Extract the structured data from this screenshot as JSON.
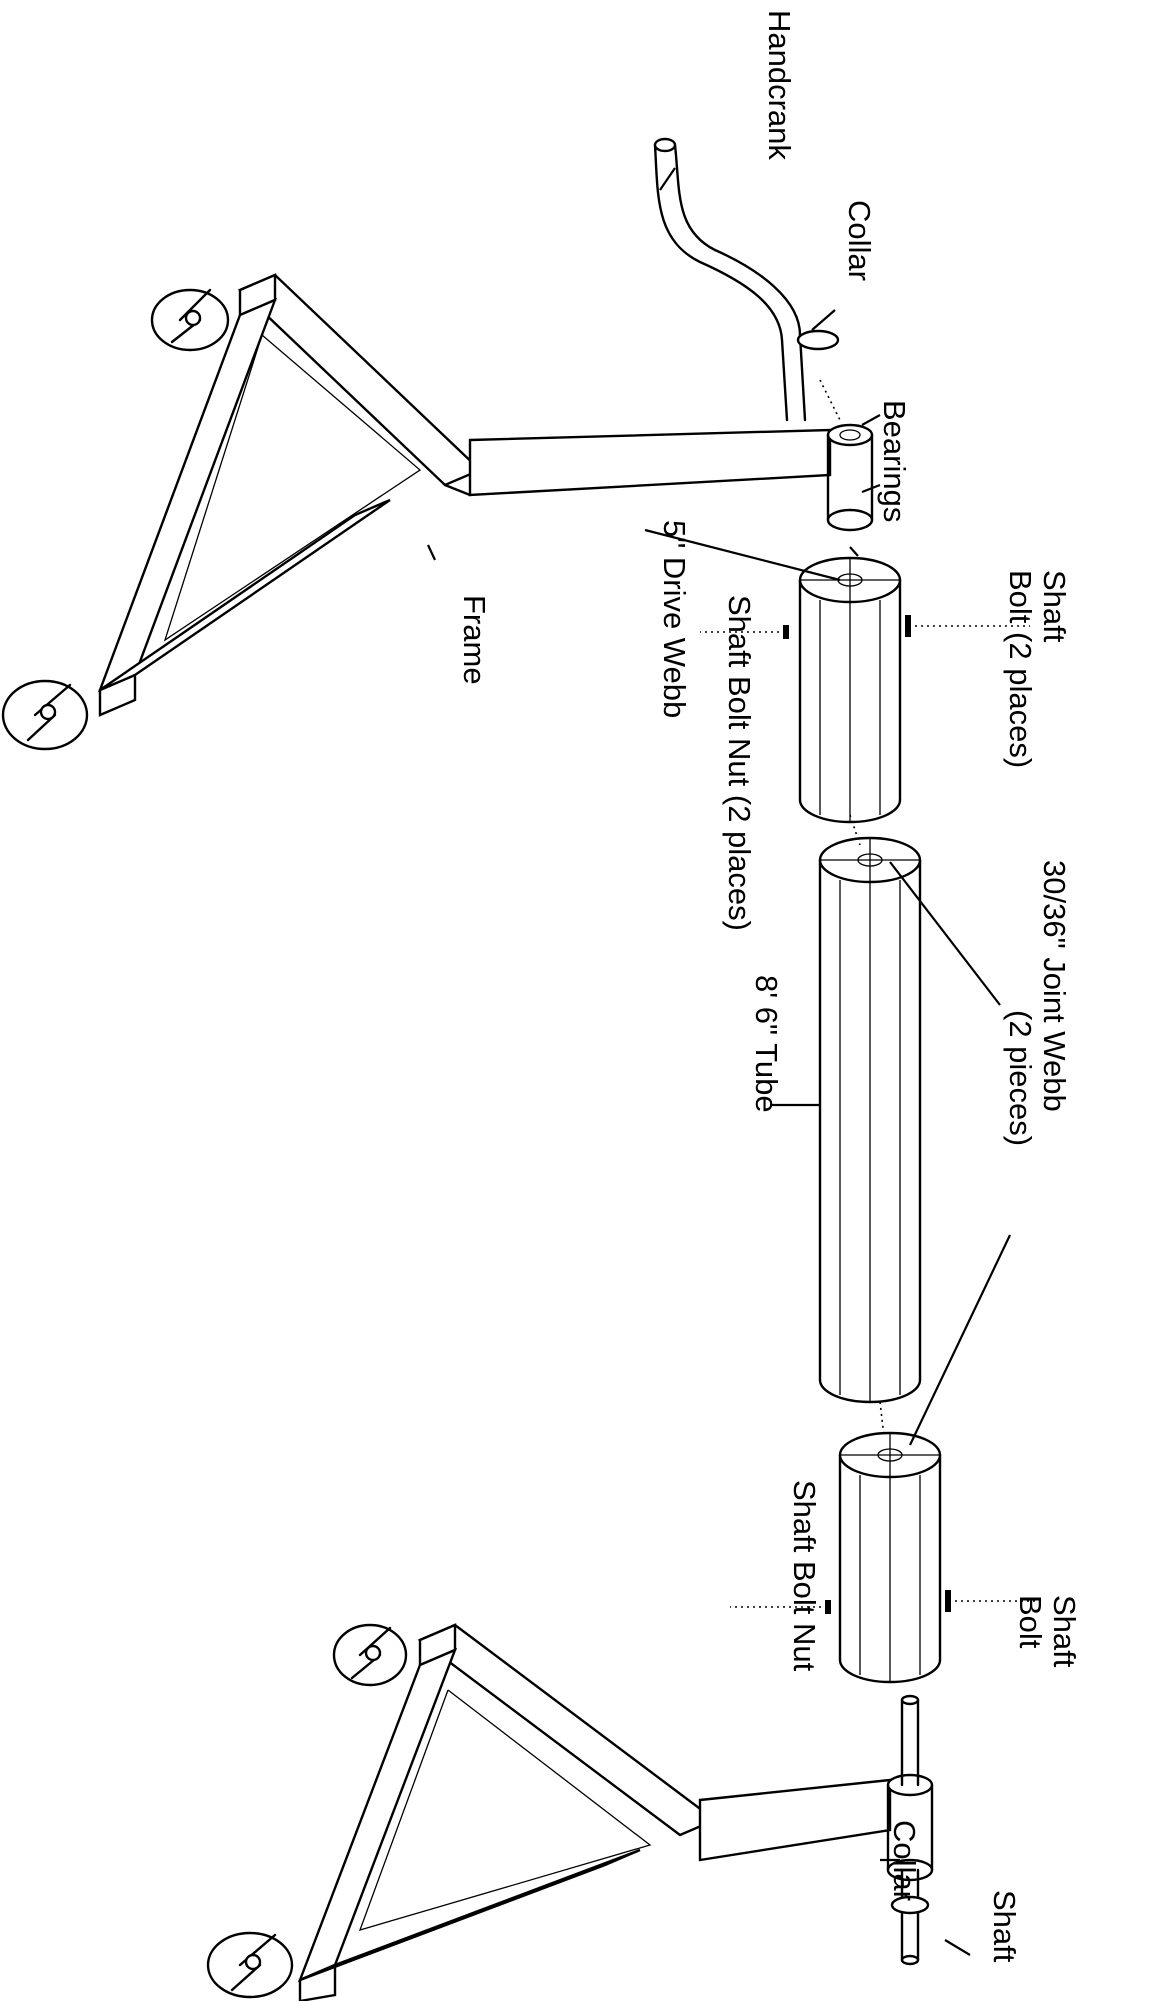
{
  "labels": {
    "handcrank": "Handcrank",
    "collar_top": "Collar",
    "bearings": "Bearings",
    "shaft_bolt_top": [
      "Shaft",
      "Bolt (2 places)"
    ],
    "drive_webb": "5\" Drive Webb",
    "frame": "Frame",
    "shaft_bolt_nut_top": "Shaft Bolt Nut (2 places)",
    "joint_webb": [
      "30/36\"  Joint Webb",
      "(2 pieces)"
    ],
    "tube": "8' 6\"  Tube",
    "shaft_bolt_bottom": [
      "Shaft",
      "Bolt"
    ],
    "shaft_bolt_nut_bottom": "Shaft Bolt Nut",
    "collar_bottom": "Collar",
    "shaft": "Shaft"
  }
}
